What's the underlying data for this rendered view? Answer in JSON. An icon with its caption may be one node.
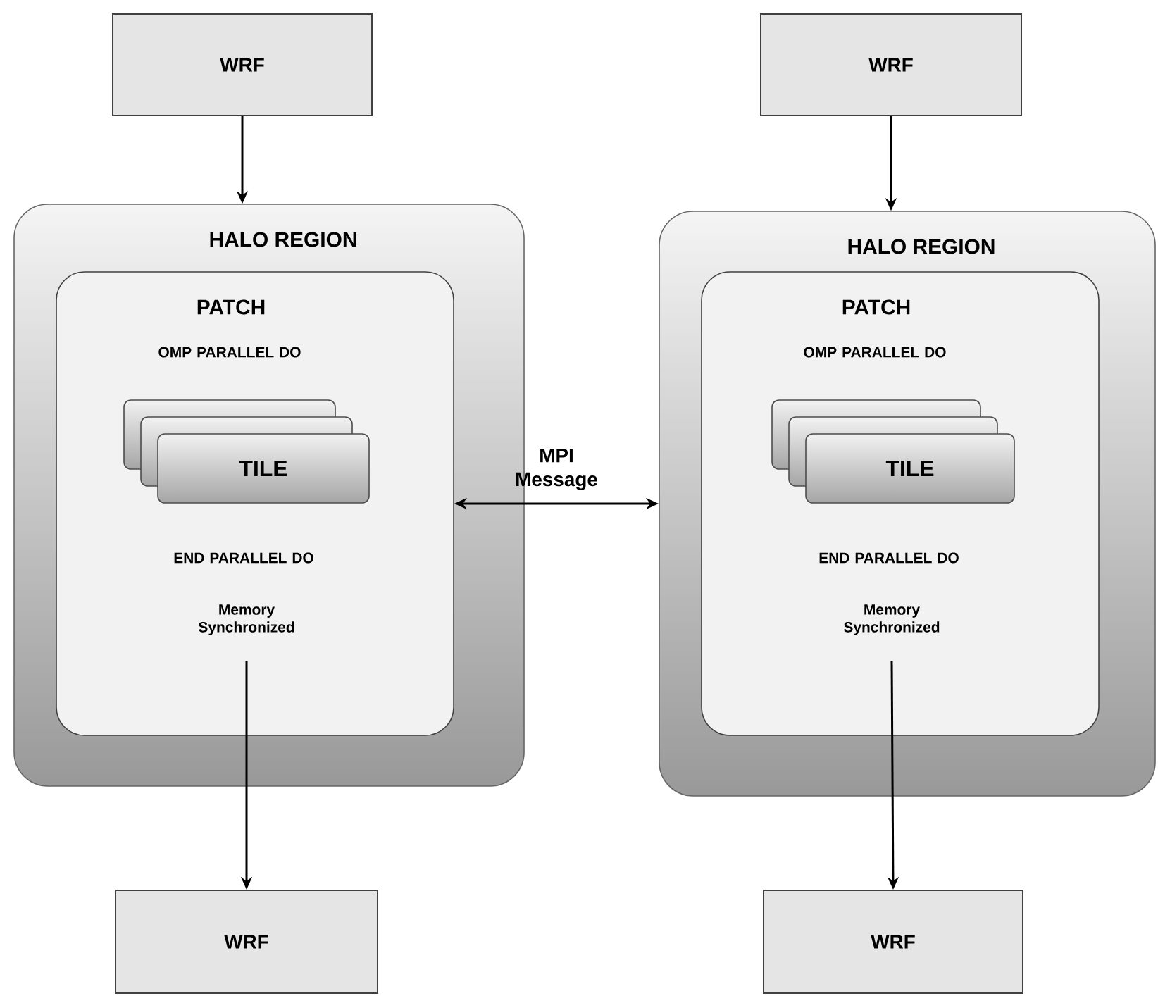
{
  "diagram": {
    "nodes": [
      {
        "text": [
          "WRF"
        ]
      },
      {
        "text": [
          "HALO REGION"
        ]
      },
      {
        "text": [
          "PATCH",
          "OMP PARALLEL DO",
          "END PARALLEL DO",
          "Memory Synchronized"
        ],
        "in": 1
      },
      {
        "text": [
          "TILE"
        ],
        "in": 2
      },
      {
        "text": [
          "WRF"
        ]
      },
      {
        "text": [
          "WRF"
        ]
      },
      {
        "text": [
          "HALO REGION"
        ]
      },
      {
        "text": [
          "PATCH",
          "OMP PARALLEL DO",
          "END PARALLEL DO",
          "Memory Synchronized"
        ],
        "in": 6
      },
      {
        "text": [
          "TILE"
        ],
        "in": 7
      },
      {
        "text": [
          "WRF"
        ]
      }
    ],
    "edges": [
      {
        "from": 0,
        "to": 1,
        "arrow": "to"
      },
      {
        "from": 5,
        "to": 6,
        "arrow": "to"
      },
      {
        "from": 2,
        "to": 6,
        "arrow": "both",
        "label": "MPI Message"
      },
      {
        "from": 2,
        "to": 4,
        "arrow": "to"
      },
      {
        "from": 7,
        "to": 9,
        "arrow": "to"
      }
    ]
  }
}
